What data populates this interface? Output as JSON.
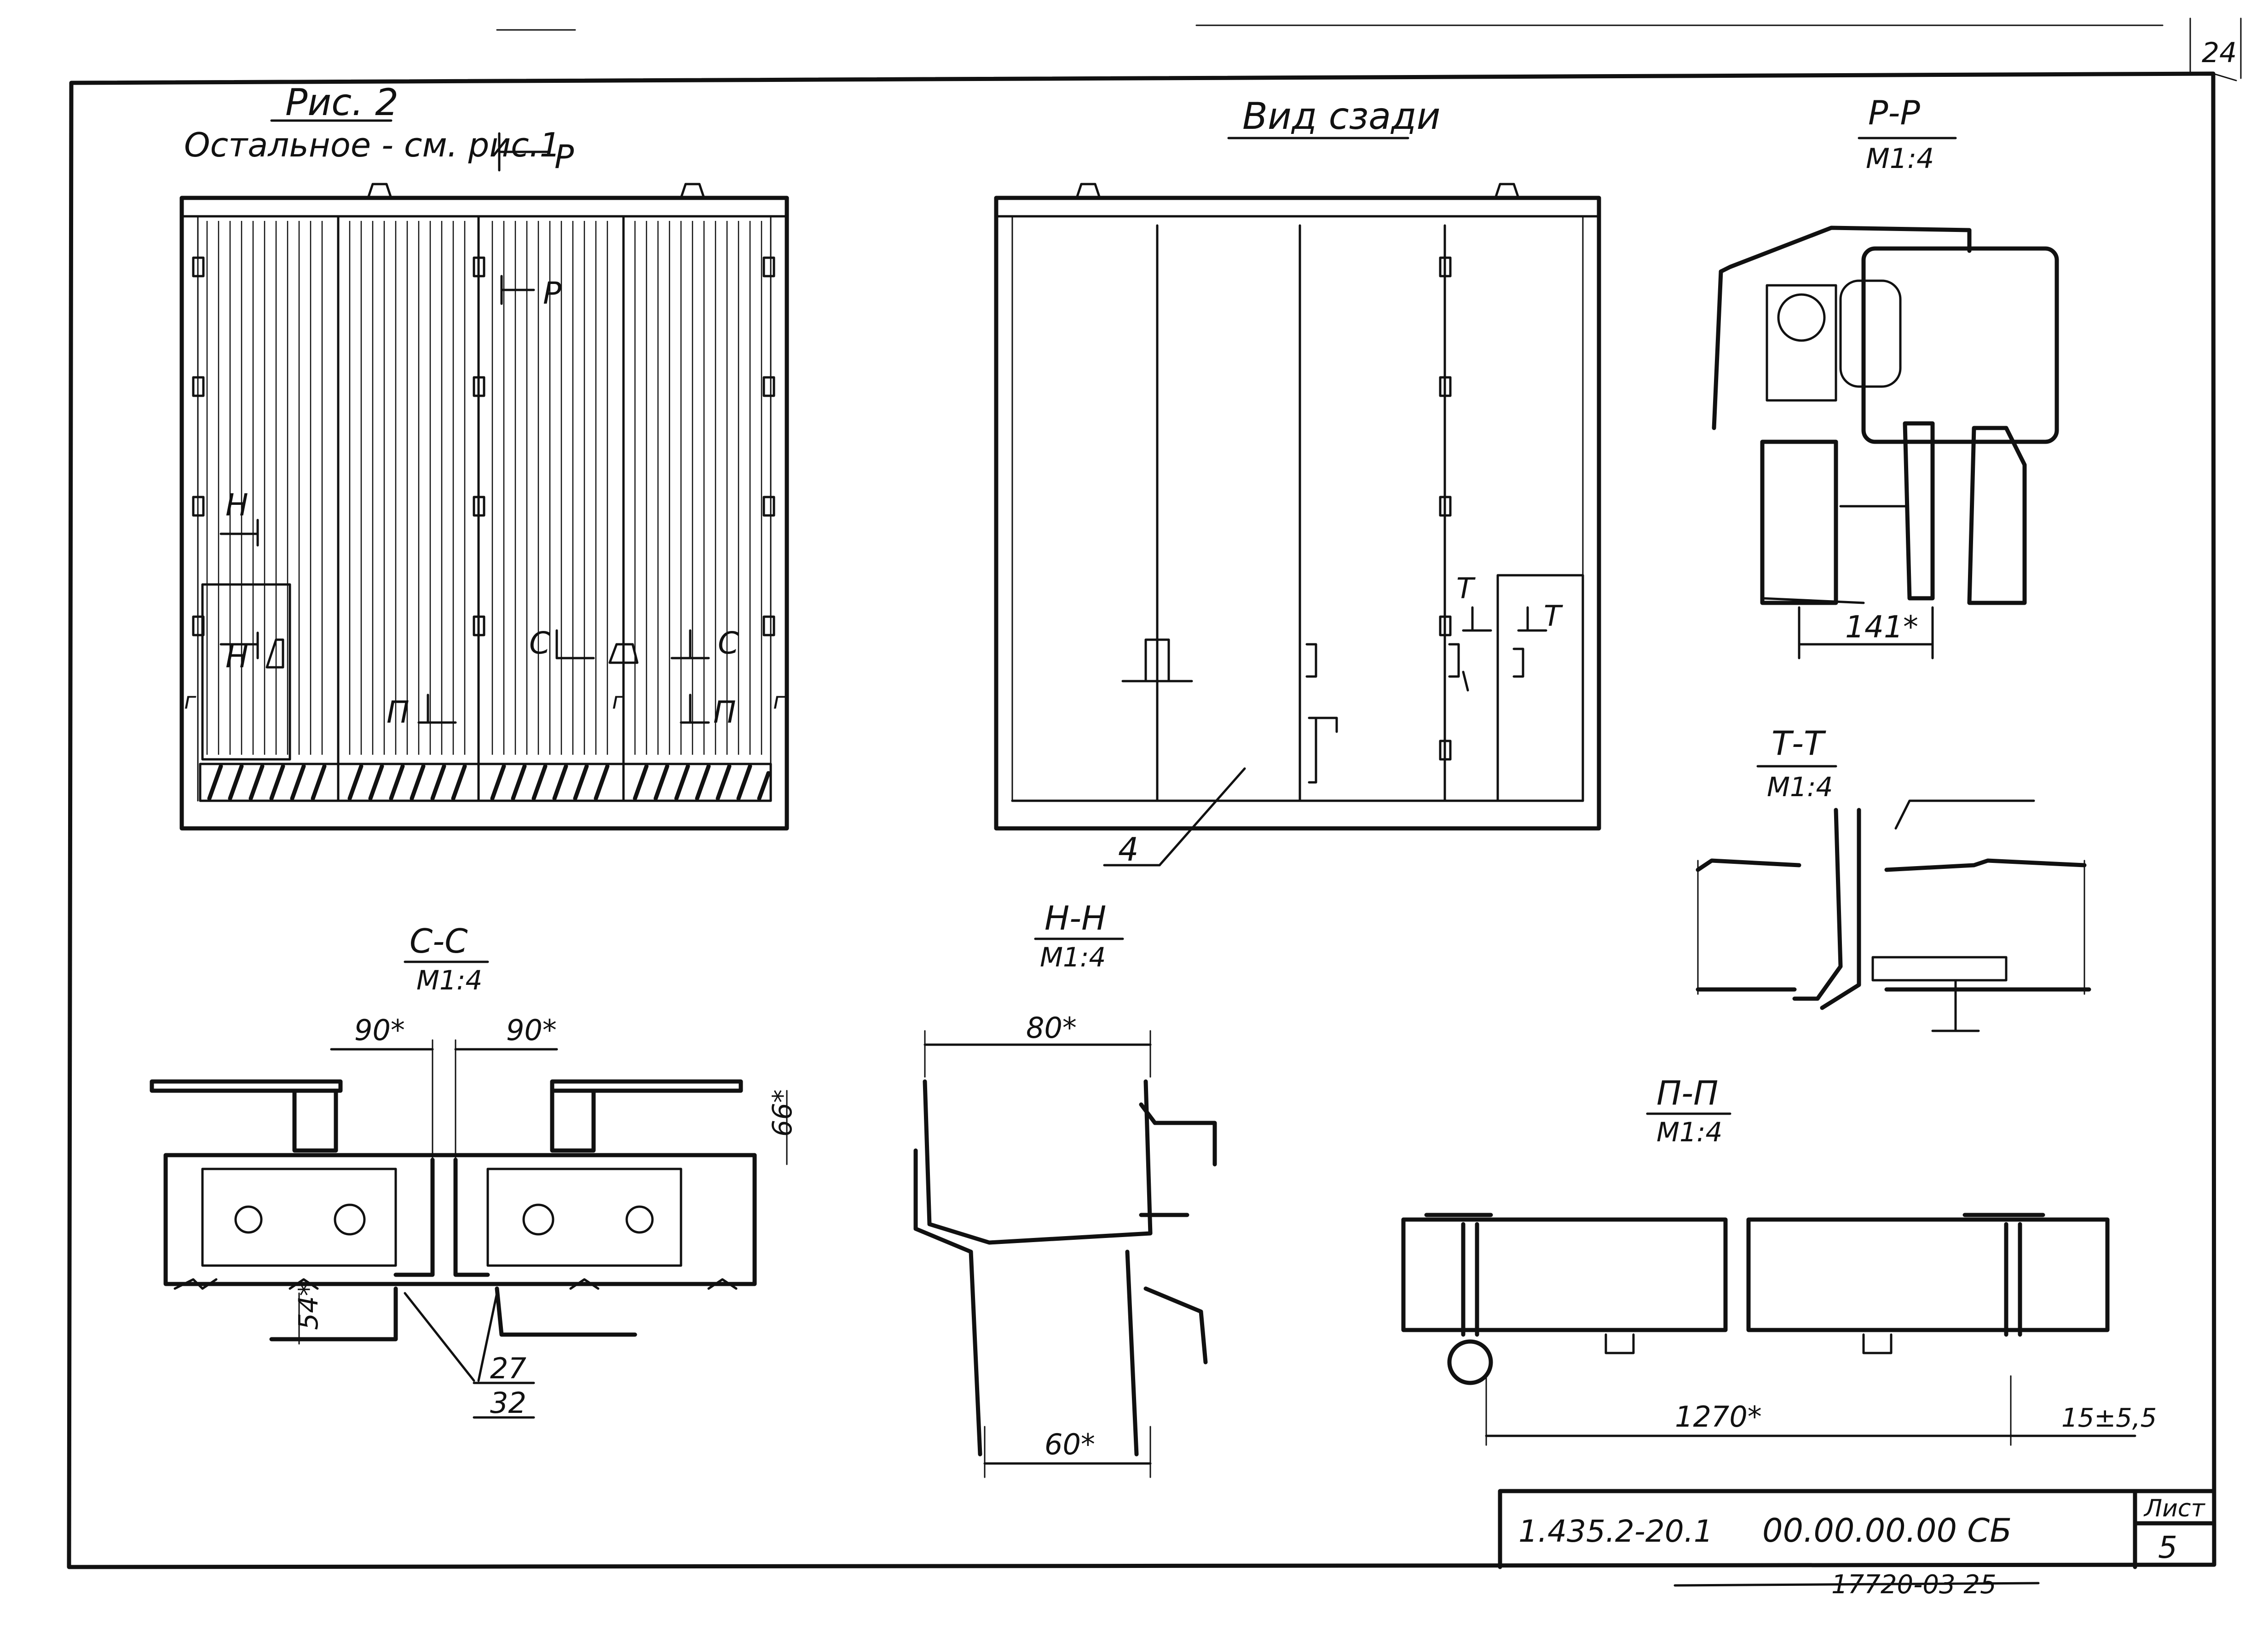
{
  "sheet_number_corner": "24",
  "fig": {
    "title": "Рис. 2",
    "note": "Остальное - см. рис.1",
    "section_marks": {
      "p": "Р",
      "h": "Н",
      "c": "С",
      "pi": "П",
      "g": "г",
      "t": "Т"
    }
  },
  "rear_view": {
    "title": "Вид сзади",
    "callout": "4"
  },
  "section_pp": {
    "title": "Р-Р",
    "scale": "М1:4",
    "dim": "141*"
  },
  "section_tt": {
    "title": "Т-Т",
    "scale": "М1:4"
  },
  "section_cc": {
    "title": "С-С",
    "scale": "М1:4",
    "dim_left": "90*",
    "dim_right": "90*",
    "dim_height": "66*",
    "dim_bottom": "54*",
    "ref_top": "27",
    "ref_bottom": "32"
  },
  "section_hh": {
    "title": "Н-Н",
    "scale": "М1:4",
    "dim_top": "80*",
    "dim_bottom": "60*"
  },
  "section_pipi": {
    "title": "П-П",
    "scale": "М1:4",
    "dim_main": "1270*",
    "dim_gap": "15±5,5"
  },
  "title_block": {
    "doc_number": "1.435.2-20.1",
    "doc_code": "00.00.00.00 СБ",
    "sheet_label": "Лист",
    "sheet_value": "5",
    "archive_number": "17720-03 25"
  }
}
